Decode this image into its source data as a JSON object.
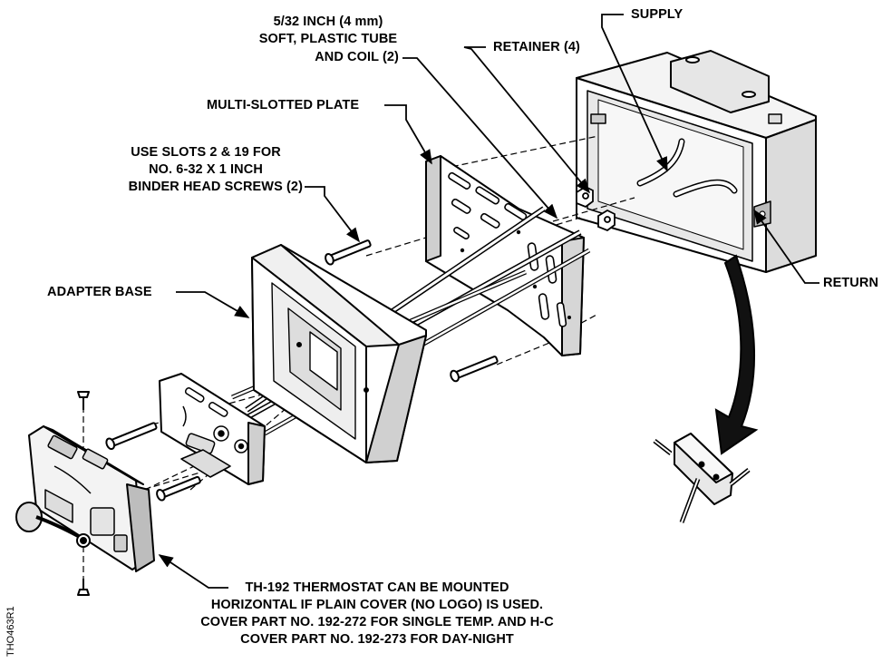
{
  "labels": {
    "supply": "SUPPLY",
    "tube_1": "5/32 INCH (4 mm)",
    "tube_2": "SOFT, PLASTIC TUBE",
    "tube_3": "AND COIL (2)",
    "retainer": "RETAINER (4)",
    "multi_plate": "MULTI-SLOTTED PLATE",
    "slots_1": "USE SLOTS 2 & 19 FOR",
    "slots_2": "NO. 6-32 X 1 INCH",
    "slots_3": "BINDER HEAD SCREWS (2)",
    "adapter_base": "ADAPTER BASE",
    "return": "RETURN",
    "note_1": "TH-192 THERMOSTAT CAN BE MOUNTED",
    "note_2": "HORIZONTAL IF PLAIN COVER (NO LOGO) IS USED.",
    "note_3": "COVER PART NO. 192-272 FOR SINGLE TEMP. AND H-C",
    "note_4": "COVER PART NO. 192-273 FOR DAY-NIGHT"
  },
  "figure_code": "THO463R1",
  "colors": {
    "ink": "#000000",
    "paper": "#ffffff",
    "shade": "#d8d8d8",
    "dark_shade": "#9a9a9a"
  }
}
